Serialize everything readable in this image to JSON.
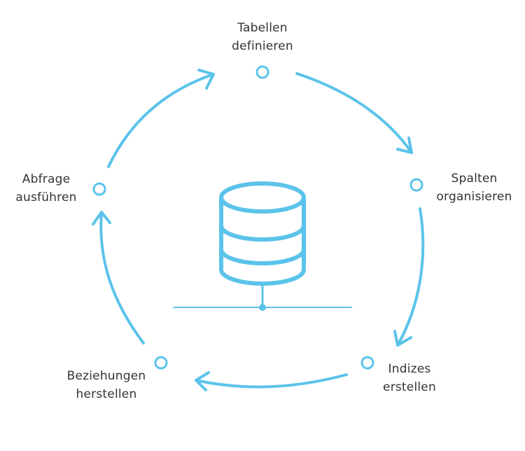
{
  "colors": {
    "accent": "#5bc3ea",
    "text": "#333333",
    "background": "#ffffff"
  },
  "center_icon": "database-icon",
  "steps": [
    {
      "id": "tabellen",
      "line1": "Tabellen",
      "line2": "definieren"
    },
    {
      "id": "spalten",
      "line1": "Spalten",
      "line2": "organisieren"
    },
    {
      "id": "indizes",
      "line1": "Indizes",
      "line2": "erstellen"
    },
    {
      "id": "beziehungen",
      "line1": "Beziehungen",
      "line2": "herstellen"
    },
    {
      "id": "abfrage",
      "line1": "Abfrage",
      "line2": "ausführen"
    }
  ]
}
